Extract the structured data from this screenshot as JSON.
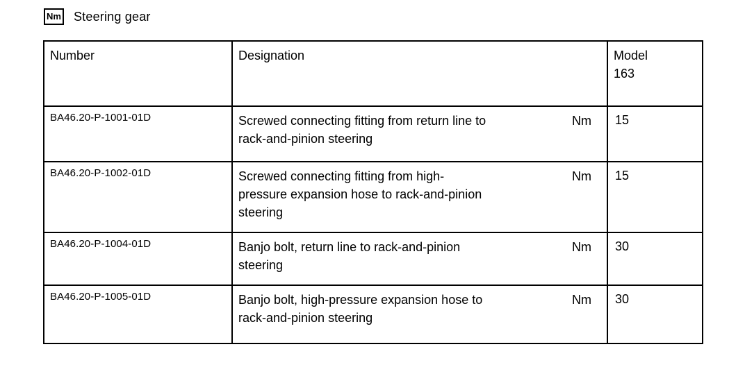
{
  "header": {
    "unit_badge": "Nm",
    "title": "Steering gear"
  },
  "table": {
    "columns": {
      "number": "Number",
      "designation": "Designation",
      "model": "Model\n163"
    },
    "rows": [
      {
        "number": "BA46.20-P-1001-01D",
        "designation": "Screwed connecting fitting from return line to\nrack-and-pinion steering",
        "unit": "Nm",
        "value": "15"
      },
      {
        "number": "BA46.20-P-1002-01D",
        "designation": "Screwed connecting fitting from high-\npressure expansion hose to rack-and-pinion\nsteering",
        "unit": "Nm",
        "value": "15"
      },
      {
        "number": "BA46.20-P-1004-01D",
        "designation": "Banjo bolt, return line to rack-and-pinion\nsteering",
        "unit": "Nm",
        "value": "30"
      },
      {
        "number": "BA46.20-P-1005-01D",
        "designation": "Banjo bolt, high-pressure expansion hose to\nrack-and-pinion steering",
        "unit": "Nm",
        "value": "30"
      }
    ]
  },
  "colors": {
    "text": "#000000",
    "background": "#ffffff",
    "border": "#000000"
  }
}
